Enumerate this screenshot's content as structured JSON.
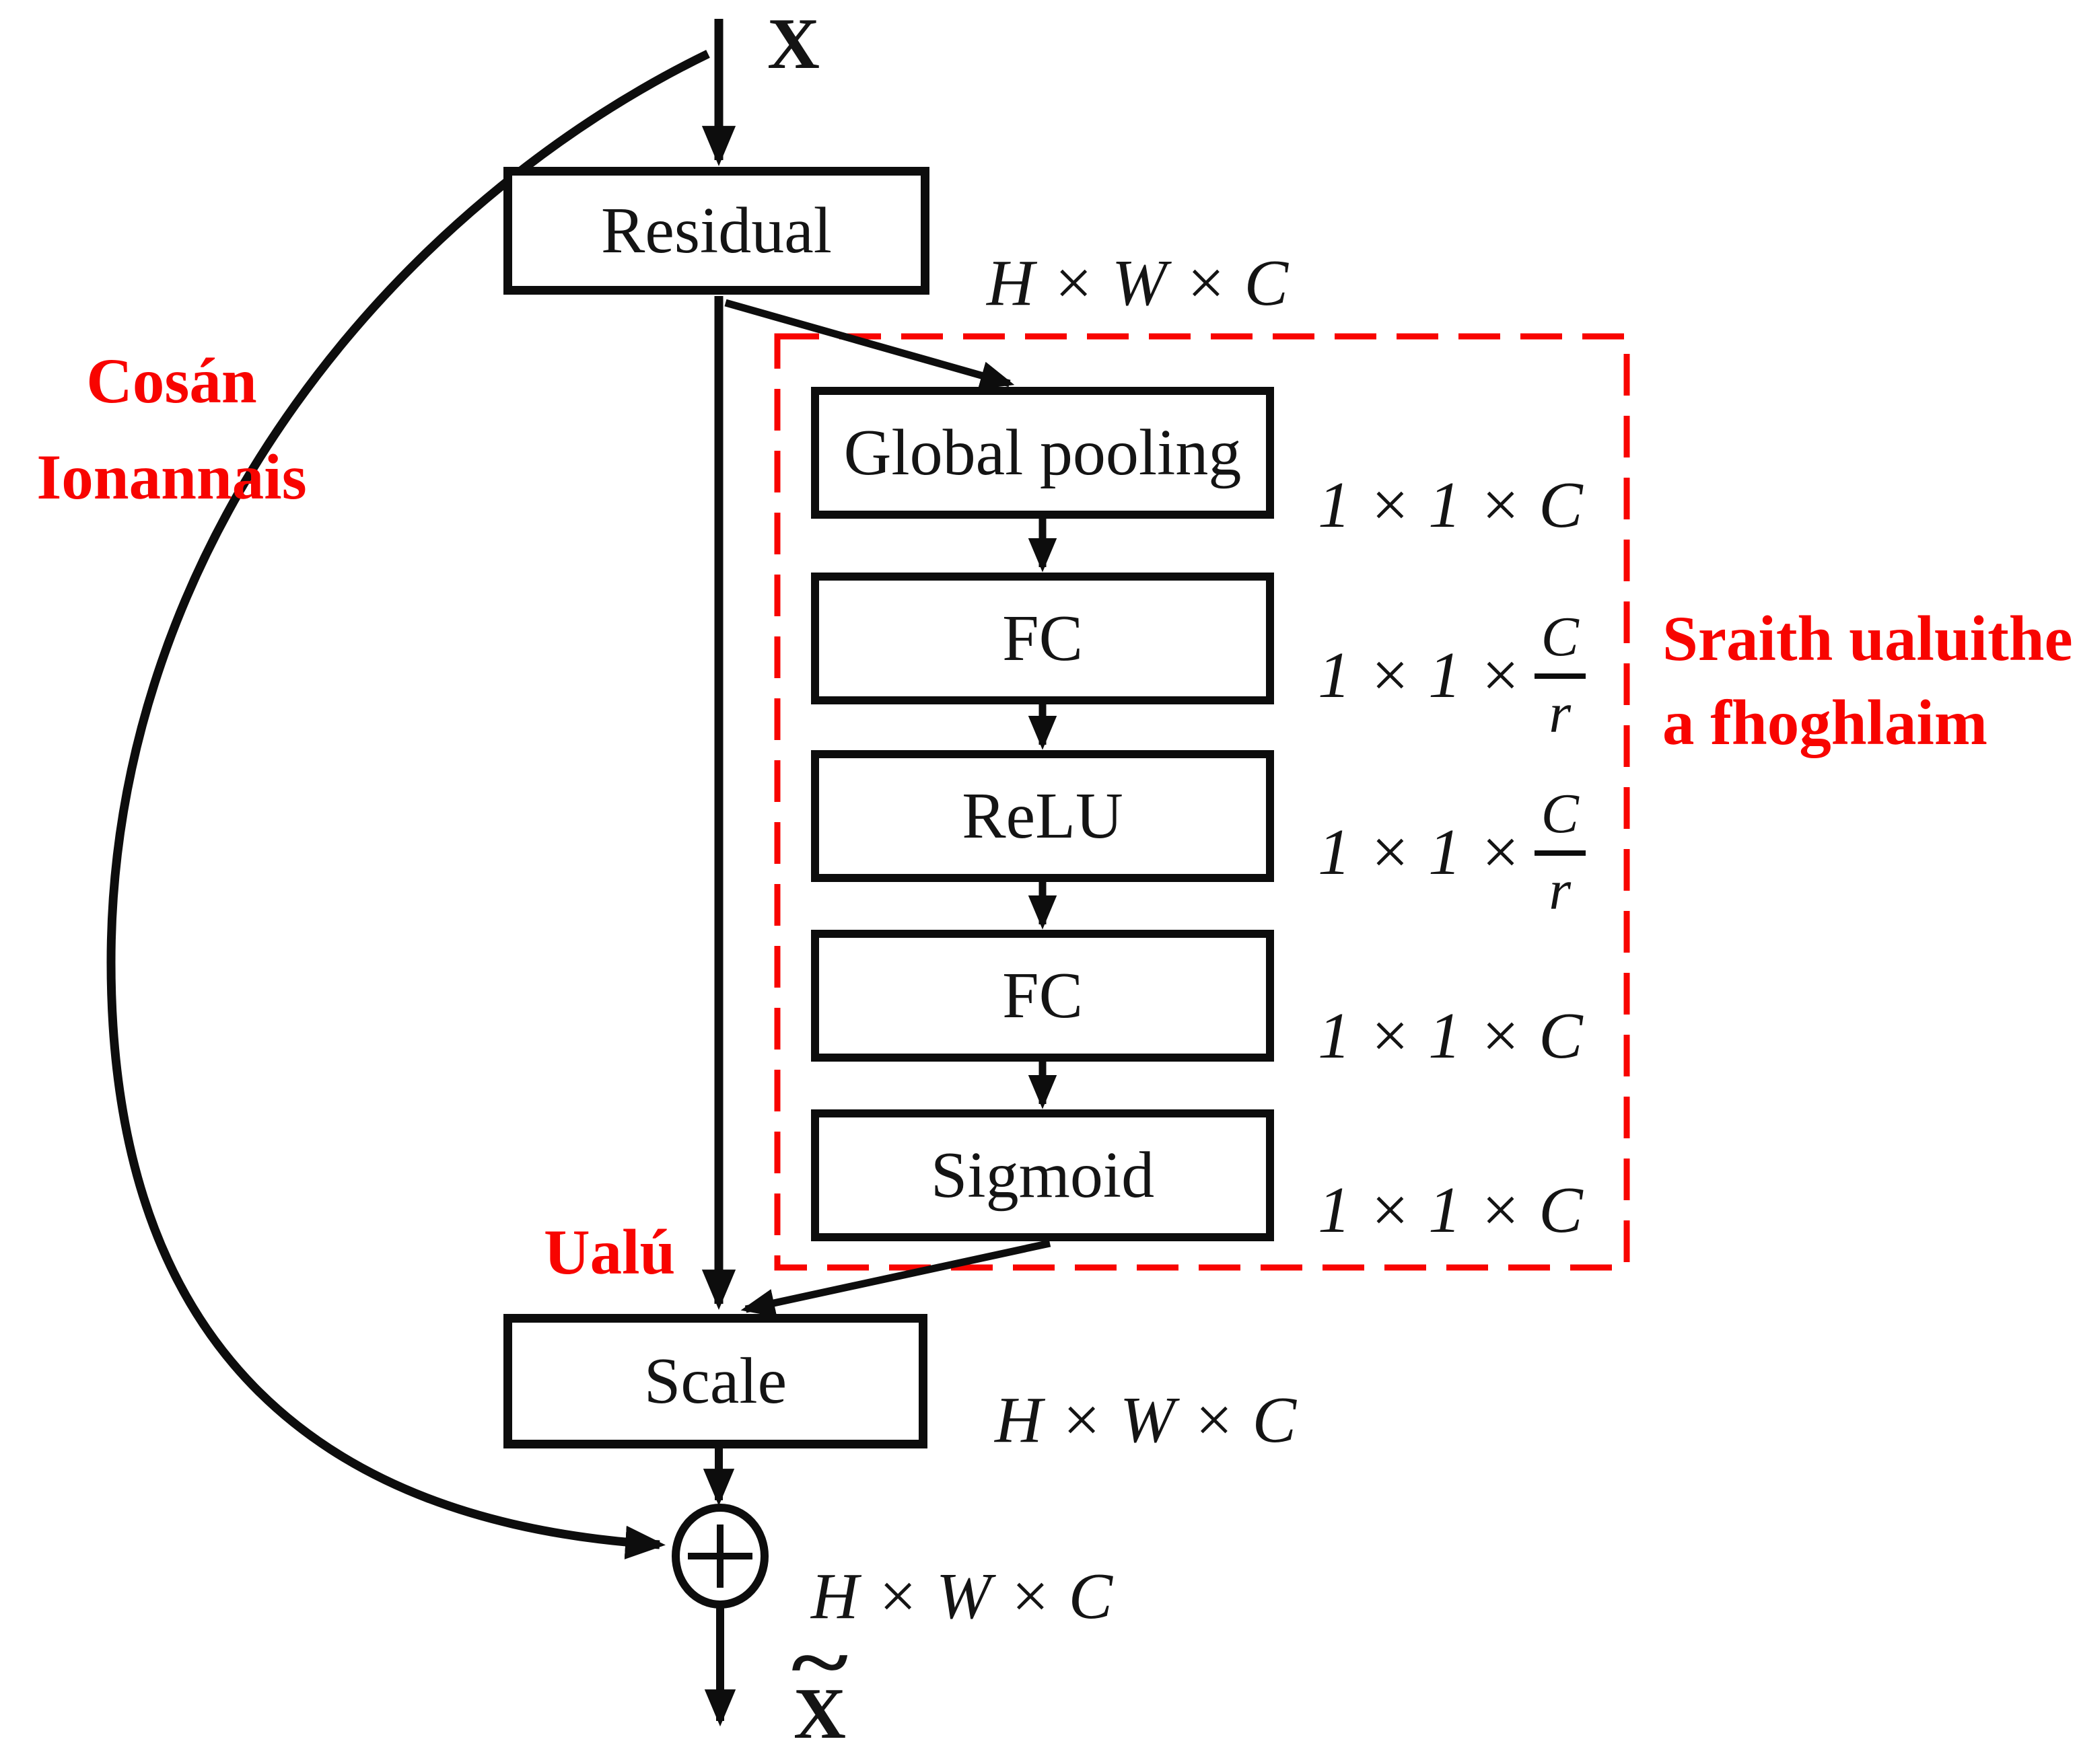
{
  "colors": {
    "accent_red": "#f80400",
    "ink": "#0d0d0d",
    "background": "#ffffff"
  },
  "nodes": {
    "input_label": "X",
    "residual": "Residual",
    "global_pooling": "Global pooling",
    "fc1": "FC",
    "relu": "ReLU",
    "fc2": "FC",
    "sigmoid": "Sigmoid",
    "scale": "Scale",
    "output_tilde": "~",
    "output_base": "X"
  },
  "dims": {
    "residual_out": "H × W × C",
    "gp_out": "1 × 1 × C",
    "fc1_out": {
      "prefix": "1 × 1 ×",
      "num": "C",
      "den": "r"
    },
    "relu_out": {
      "prefix": "1 × 1 ×",
      "num": "C",
      "den": "r"
    },
    "fc2_out": "1 × 1 × C",
    "sigmoid_out": "1 × 1 × C",
    "scale_out": "H × W × C",
    "sum_out": "H × W × C"
  },
  "annotations": {
    "identity_path": {
      "line1": "Cosán",
      "line2": "Ionannais"
    },
    "weighting": "Ualú",
    "learned_weights": {
      "line1": "Sraith ualuithe",
      "line2": "a fhoghlaim"
    }
  }
}
